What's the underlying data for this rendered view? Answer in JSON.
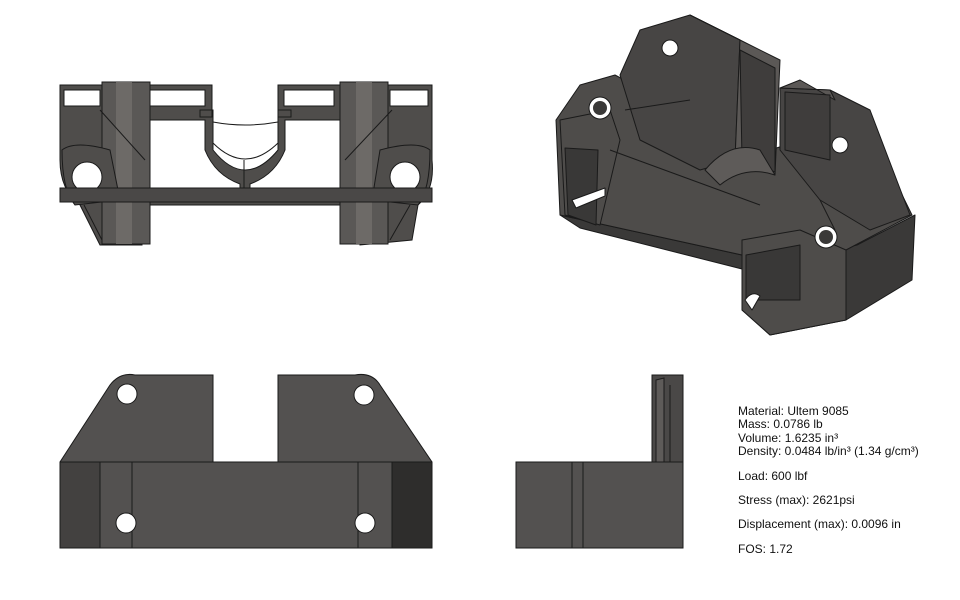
{
  "colors": {
    "body": "#4a4847",
    "body_light": "#5e5b59",
    "body_dark": "#2f2e2d",
    "edge": "#1a1a1a",
    "background": "#ffffff"
  },
  "views": [
    "top-view",
    "isometric-view",
    "front-view",
    "side-view"
  ],
  "specs": {
    "material": "Material: Ultem 9085",
    "mass": "Mass: 0.0786 lb",
    "volume": "Volume: 1.6235 in³",
    "density": "Density: 0.0484 lb/in³ (1.34 g/cm³)",
    "load": "Load: 600 lbf",
    "stress": "Stress (max): 2621psi",
    "displacement": "Displacement (max): 0.0096 in",
    "fos": "FOS: 1.72"
  }
}
